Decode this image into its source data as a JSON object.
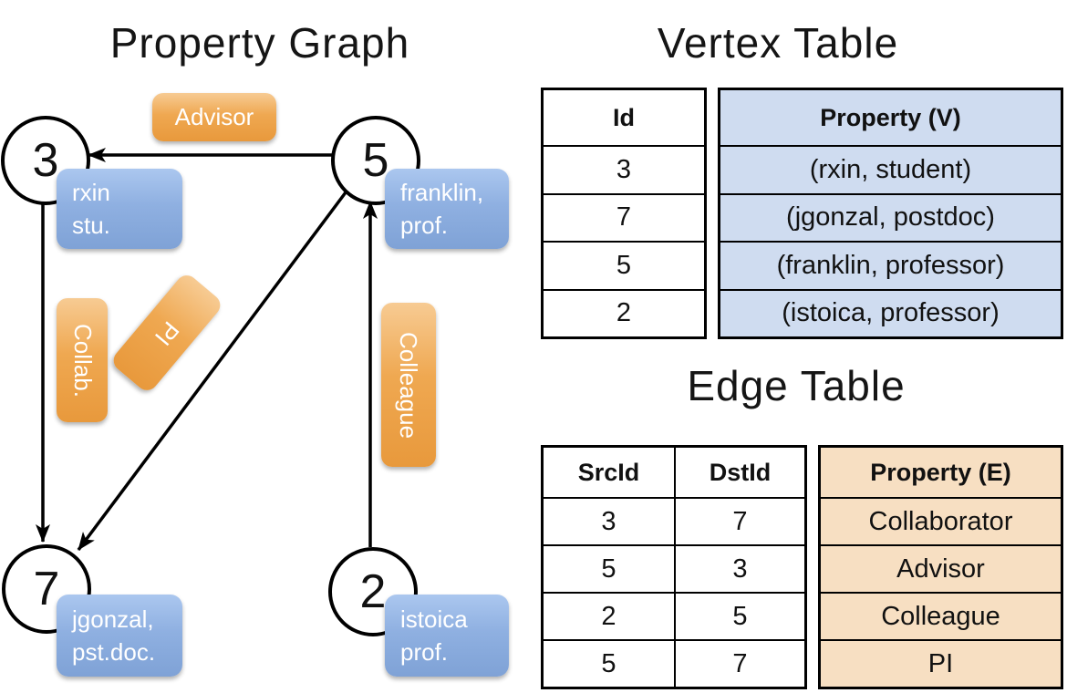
{
  "graph": {
    "title": "Property Graph",
    "nodes": [
      {
        "id": "3",
        "property": "rxin\nstu."
      },
      {
        "id": "5",
        "property": "franklin,\nprof."
      },
      {
        "id": "7",
        "property": "jgonzal,\npst.doc."
      },
      {
        "id": "2",
        "property": "istoica\nprof."
      }
    ],
    "edges": [
      {
        "label": "Advisor",
        "src": "5",
        "dst": "3"
      },
      {
        "label": "Collab.",
        "src": "3",
        "dst": "7"
      },
      {
        "label": "PI",
        "src": "5",
        "dst": "7"
      },
      {
        "label": "Colleague",
        "src": "2",
        "dst": "5"
      }
    ]
  },
  "vertex_table": {
    "title": "Vertex Table",
    "headers": {
      "id": "Id",
      "property": "Property (V)"
    },
    "rows": [
      {
        "id": "3",
        "property": "(rxin, student)"
      },
      {
        "id": "7",
        "property": "(jgonzal, postdoc)"
      },
      {
        "id": "5",
        "property": "(franklin, professor)"
      },
      {
        "id": "2",
        "property": "(istoica, professor)"
      }
    ]
  },
  "edge_table": {
    "title": "Edge Table",
    "headers": {
      "src": "SrcId",
      "dst": "DstId",
      "property": "Property (E)"
    },
    "rows": [
      {
        "src": "3",
        "dst": "7",
        "property": "Collaborator"
      },
      {
        "src": "5",
        "dst": "3",
        "property": "Advisor"
      },
      {
        "src": "2",
        "dst": "5",
        "property": "Colleague"
      },
      {
        "src": "5",
        "dst": "7",
        "property": "PI"
      }
    ]
  },
  "colors": {
    "edge_label_orange": "#ED9F44",
    "vertex_label_blue": "#8FAFE0",
    "vertex_cell_blue": "#CFDCF0",
    "edge_cell_orange": "#F7DFC2",
    "line_black": "#000000"
  }
}
